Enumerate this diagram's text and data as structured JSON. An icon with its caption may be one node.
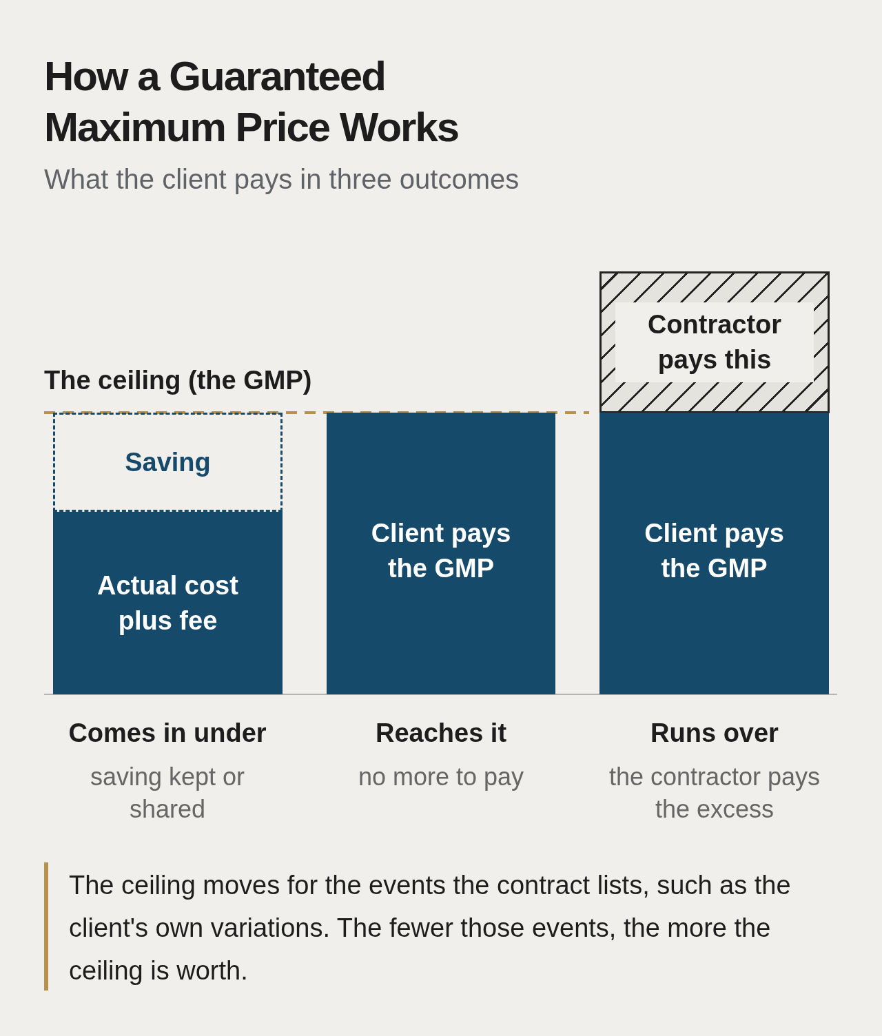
{
  "diagram": {
    "title": "How a Guaranteed Maximum Price Works",
    "nodes": [
      {
        "text": [
          "Saving"
        ]
      },
      {
        "text": [
          "Actual cost plus fee"
        ]
      },
      {
        "text": [
          "Client pays the GMP"
        ]
      },
      {
        "text": [
          "Contractor pays this"
        ]
      },
      {
        "text": [
          "Client pays the GMP"
        ]
      }
    ],
    "labels": [
      "What the client pays in three outcomes",
      "The ceiling (the GMP)",
      "Comes in under",
      "saving kept or shared",
      "Reaches it",
      "no more to pay",
      "Runs over",
      "the contractor pays the excess"
    ],
    "caption": "The ceiling moves for the events the contract lists, such as the client's own variations. The fewer those events, the more the ceiling is worth."
  }
}
